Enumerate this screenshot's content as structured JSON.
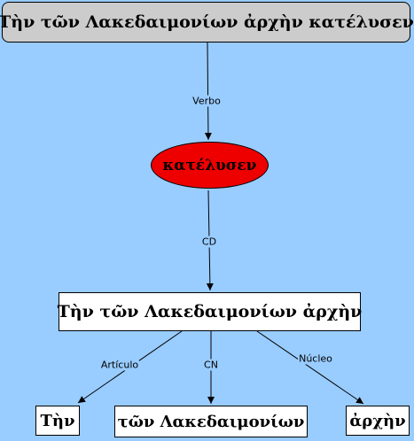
{
  "nodes": {
    "title": "Τὴν τῶν Λακεδαιμονίων ἀρχὴν κατέλυσεν",
    "verb": "κατέλυσεν",
    "cd": "Τὴν τῶν Λακεδαιμονίων ἀρχὴν",
    "articulo": "Τὴν",
    "cn": "τῶν Λακεδαιμονίων",
    "nucleo": "ἀρχὴν"
  },
  "edges": {
    "verbo": "Verbo",
    "cd": "CD",
    "articulo": "Artículo",
    "cn": "CN",
    "nucleo": "Núcleo"
  },
  "colors": {
    "background": "#99ccff",
    "title_fill": "#cccccc",
    "verb_fill": "#ee0000",
    "box_fill": "#ffffff"
  }
}
